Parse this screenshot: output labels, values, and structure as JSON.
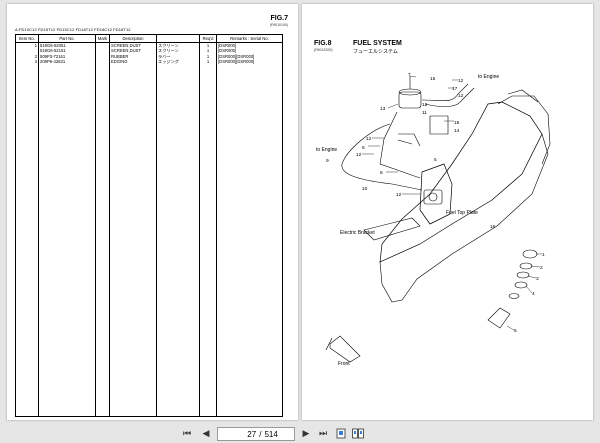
{
  "left_page": {
    "fig_label": "FIG.7",
    "fig_code": "(F6010140)",
    "models": "A:FD10C12 FD15T12 FD15C12 FD18T12 FD18C12 FD18T12",
    "headers": [
      "Item No.",
      "Part No.",
      "Mark",
      "Description",
      "",
      "Req'd",
      "Remarks : Serial No."
    ],
    "rows": [
      {
        "item": "1",
        "part": "519G6-52051",
        "mark": "",
        "desc": "SCREEN,DUST",
        "jp": "スクリーン",
        "req": "1",
        "remarks": "[DSR000]"
      },
      {
        "item": "",
        "part": "519G6-52151",
        "mark": "",
        "desc": "SCREEN,DUST",
        "jp": "スクリーン",
        "req": "1",
        "remarks": "[DSR000]"
      },
      {
        "item": "2",
        "part": "509P3-72161",
        "mark": "",
        "desc": "RUBBER",
        "jp": "ラバー",
        "req": "1",
        "remarks": "[DSR000][DSR000]"
      },
      {
        "item": "3",
        "part": "209P6-42831",
        "mark": "",
        "desc": "EDGING",
        "jp": "エッジング",
        "req": "1",
        "remarks": "[DSR000][DSR000]"
      }
    ]
  },
  "right_page": {
    "fig_label": "FIG.8",
    "fig_code": "(F6012200)",
    "title": "FUEL SYSTEM",
    "subtitle": "フューエルシステム",
    "labels": {
      "to_engine_top": "to Engine",
      "to_engine_left": "to Engine",
      "fuel_top_plate": "Fuel Top Plate",
      "electric_bracket": "Electric Bracket",
      "front": "Front"
    },
    "callouts": [
      "7",
      "15",
      "12",
      "17",
      "12",
      "13",
      "15",
      "14",
      "12",
      "6",
      "12",
      "8",
      "9",
      "12",
      "10",
      "5",
      "16",
      "12",
      "11",
      "1",
      "2",
      "3",
      "4",
      "5"
    ]
  },
  "toolbar": {
    "current_page": "27",
    "page_sep": "/",
    "total_pages": "514"
  }
}
